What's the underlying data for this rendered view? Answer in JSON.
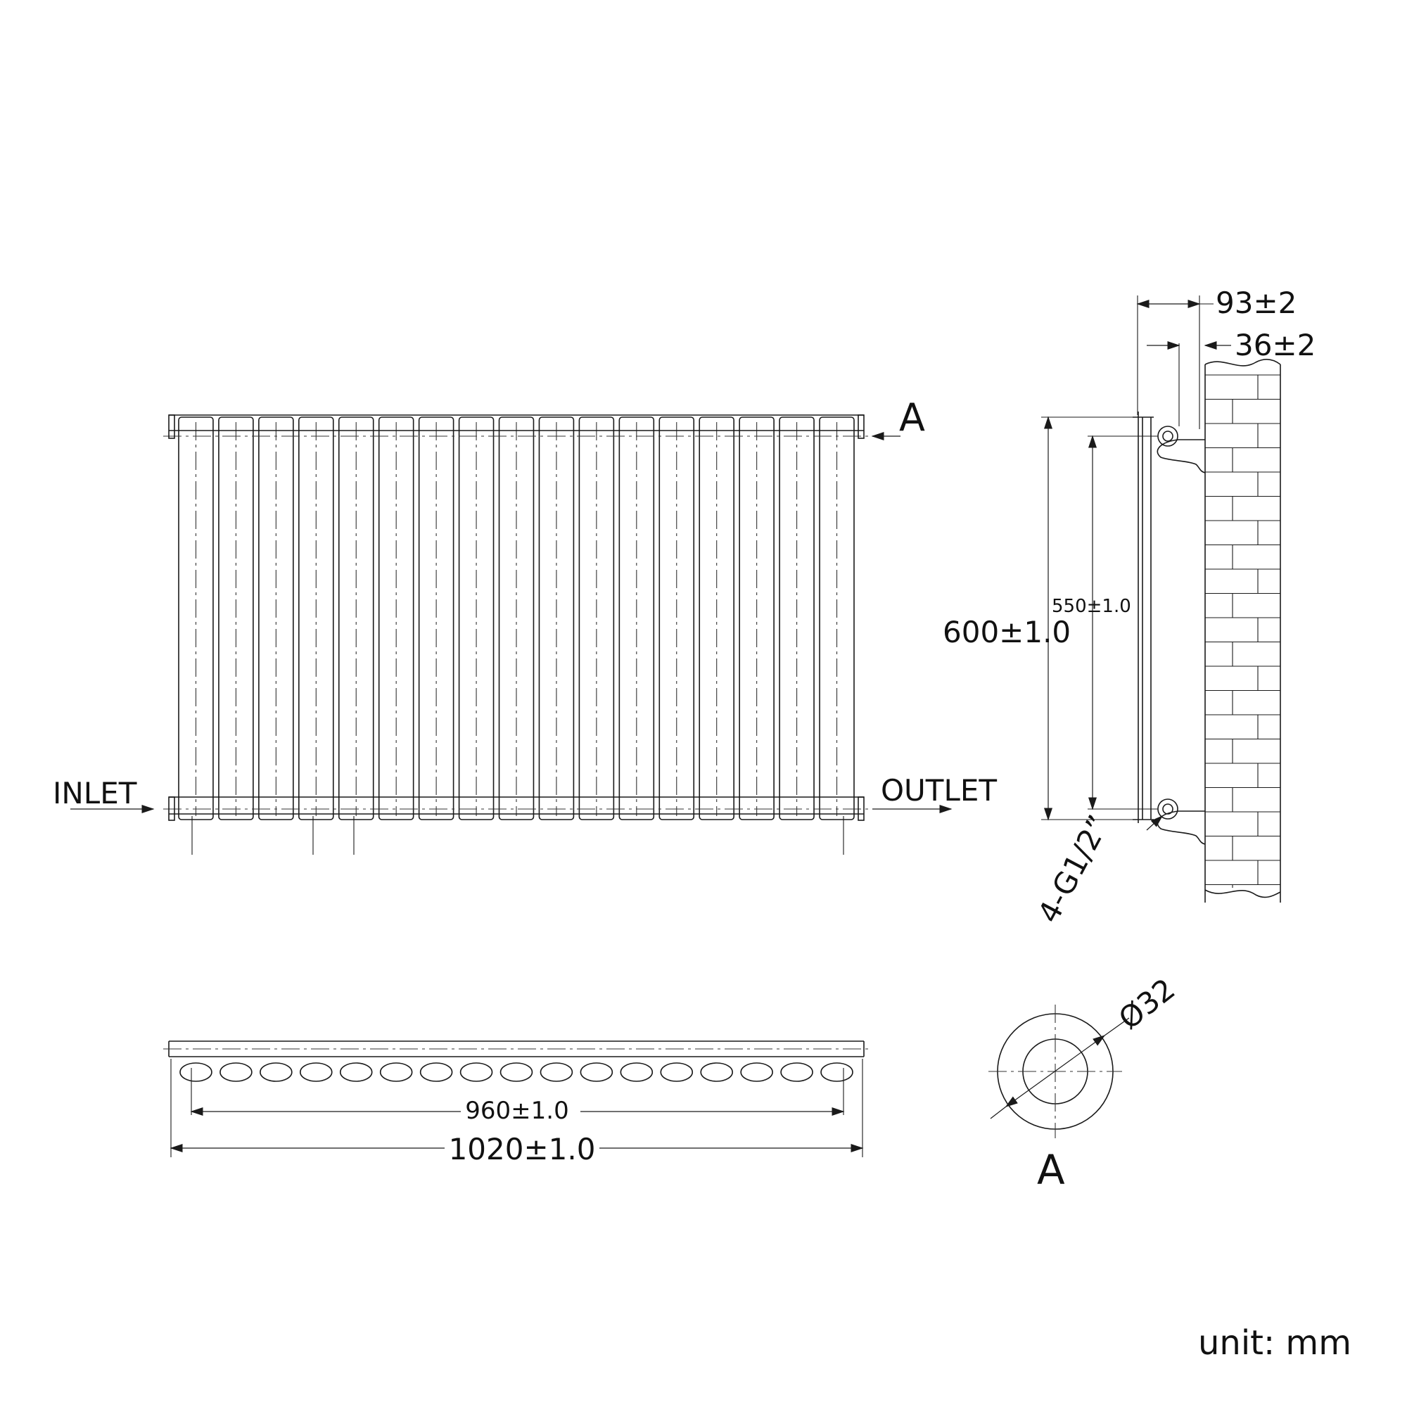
{
  "front_view": {
    "column_count": 17,
    "inlet_label": "INLET",
    "outlet_label": "OUTLET",
    "section_marker": "A"
  },
  "side_view": {
    "depth_total": "93±2",
    "wall_offset": "36±2",
    "height_total": "600±1.0",
    "pipe_centers": "550±1.0",
    "connection": "4-G1/2”"
  },
  "top_view": {
    "pipe_centers_width": "960±1.0",
    "overall_width": "1020±1.0"
  },
  "section_view": {
    "diameter": "Ø32",
    "marker": "A"
  },
  "units": "unit: mm"
}
